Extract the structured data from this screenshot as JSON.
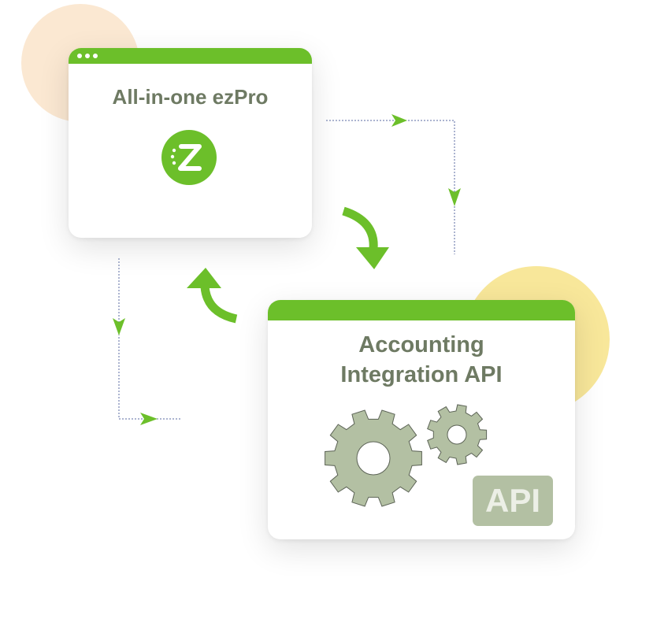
{
  "ezpro_window": {
    "title": "All-in-one ezPro",
    "logo_icon": "ezpro-logo-icon"
  },
  "api_window": {
    "title_line1": "Accounting",
    "title_line2": "Integration API",
    "badge": "API",
    "gear_icon": "gears-icon"
  },
  "colors": {
    "accent_green": "#6cbf2a",
    "title_text": "#6e7a63",
    "gear_fill": "#b3c0a3",
    "dashed_line": "#5a6aa0",
    "blob_peach": "#fbe8d2",
    "blob_yellow": "#f8e79a"
  }
}
